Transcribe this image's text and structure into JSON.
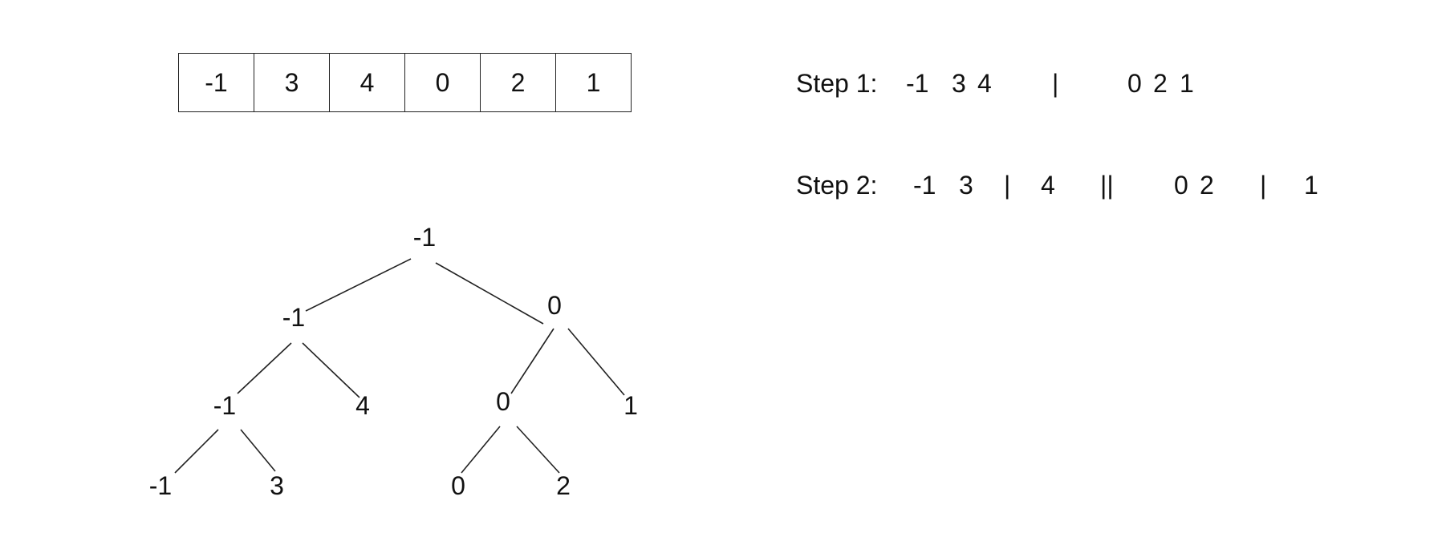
{
  "array": [
    "-1",
    "3",
    "4",
    "0",
    "2",
    "1"
  ],
  "steps": {
    "step1": {
      "label": "Step 1:",
      "tokens": [
        "-1",
        "3",
        "4",
        "|",
        "0",
        "2",
        "1"
      ]
    },
    "step2": {
      "label": "Step 2:",
      "tokens": [
        "-1",
        "3",
        "|",
        "4",
        "||",
        "0",
        "2",
        "|",
        "1"
      ]
    }
  },
  "tree": {
    "nodes": [
      {
        "id": "n1",
        "value": "-1"
      },
      {
        "id": "n2",
        "value": "-1"
      },
      {
        "id": "n3",
        "value": "0"
      },
      {
        "id": "n4",
        "value": "-1"
      },
      {
        "id": "n5",
        "value": "4"
      },
      {
        "id": "n6",
        "value": "0"
      },
      {
        "id": "n7",
        "value": "1"
      },
      {
        "id": "n8",
        "value": "-1"
      },
      {
        "id": "n9",
        "value": "3"
      },
      {
        "id": "n10",
        "value": "0"
      },
      {
        "id": "n11",
        "value": "2"
      }
    ],
    "edges": [
      [
        "n1",
        "n2"
      ],
      [
        "n1",
        "n3"
      ],
      [
        "n2",
        "n4"
      ],
      [
        "n2",
        "n5"
      ],
      [
        "n3",
        "n6"
      ],
      [
        "n3",
        "n7"
      ],
      [
        "n4",
        "n8"
      ],
      [
        "n4",
        "n9"
      ],
      [
        "n6",
        "n10"
      ],
      [
        "n6",
        "n11"
      ]
    ]
  }
}
